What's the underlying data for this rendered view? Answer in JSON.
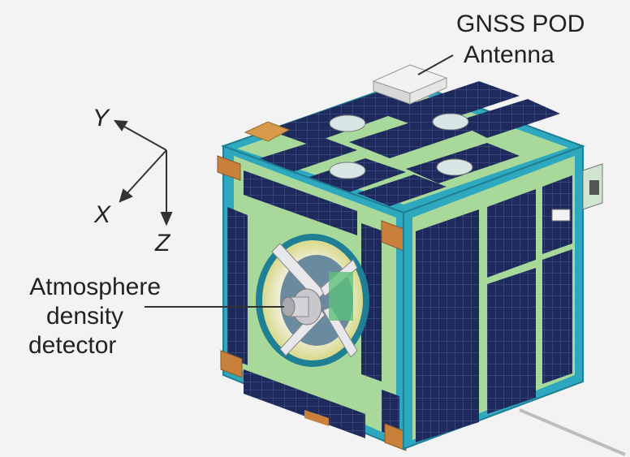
{
  "labels": {
    "gnss_line1": "GNSS POD",
    "gnss_line2": "Antenna",
    "atmo_line1": "Atmosphere",
    "atmo_line2": "density",
    "atmo_line3": "detector"
  },
  "axes": {
    "x": "X",
    "y": "Y",
    "z": "Z"
  },
  "colors": {
    "background": "#f3f3f3",
    "frame": "#35a9bd",
    "frame_dark": "#1f7f94",
    "panel_green": "#a8d99a",
    "solar_cell": "#1e2a5c",
    "solar_grid": "#4a5a95",
    "corner_bracket": "#c9803a",
    "sensor_grey": "#c8c8cc",
    "leader_line": "#333333"
  }
}
